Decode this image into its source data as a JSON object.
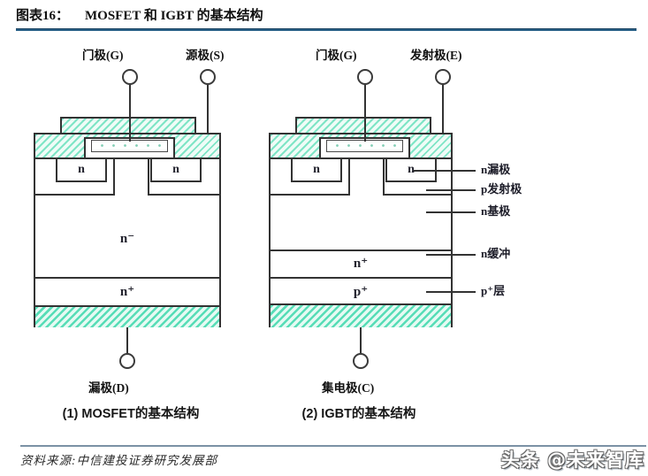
{
  "header": {
    "fig_no": "图表16：",
    "title": "MOSFET 和 IGBT 的基本结构"
  },
  "diagrams": {
    "mosfet": {
      "gate_label": "门极(G)",
      "source_label": "源极(S)",
      "n_left": "n",
      "n_right": "n",
      "n_minus": "n⁻",
      "n_plus": "n⁺",
      "drain_label": "漏极(D)",
      "caption": "(1) MOSFET的基本结构"
    },
    "igbt": {
      "gate_label": "门极(G)",
      "emitter_label": "发射极(E)",
      "n_left": "n",
      "n_right": "n",
      "n_plus": "n⁺",
      "p_plus": "p⁺",
      "collector_label": "集电极(C)",
      "caption": "(2) IGBT的基本结构",
      "annotations": [
        "n漏极",
        "p发射极",
        "n基极",
        "n缓冲",
        "p⁺层"
      ]
    }
  },
  "footer": {
    "source": "资料来源:中信建投证券研究发展部",
    "watermark": "头条 @未来智库"
  },
  "colors": {
    "title_rule": "#2a6187",
    "footer_rule": "#7b91a5",
    "metal_hatch": "#7fe5c6",
    "metal_hatch_bg": "#effcf7",
    "outline": "#333333",
    "watermark_fill": "#ffffff"
  }
}
